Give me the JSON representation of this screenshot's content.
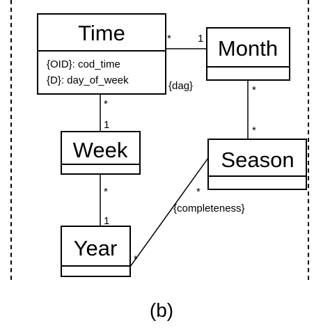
{
  "classes": {
    "time": {
      "name": "Time",
      "attributes": [
        "{OID}: cod_time",
        "{D}: day_of_week"
      ]
    },
    "month": {
      "name": "Month"
    },
    "week": {
      "name": "Week"
    },
    "season": {
      "name": "Season"
    },
    "year": {
      "name": "Year"
    }
  },
  "associations": {
    "time_month": {
      "time_end": "*",
      "month_end": "1"
    },
    "time_week": {
      "time_end": "*",
      "week_end": "1"
    },
    "month_season": {
      "month_end": "*",
      "season_end": "*"
    },
    "week_year": {
      "week_end": "*",
      "year_end": "1"
    },
    "season_year": {
      "season_end": "*",
      "year_end": "*"
    }
  },
  "constraints": {
    "dag": "{dag}",
    "completeness": "{completeness}"
  },
  "caption": "(b)"
}
